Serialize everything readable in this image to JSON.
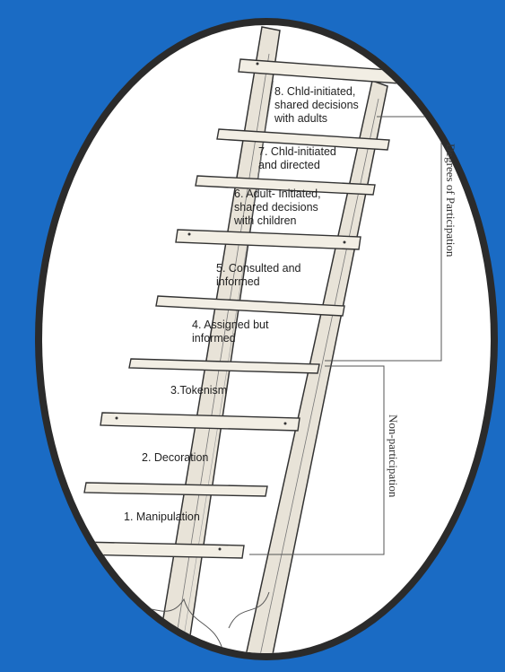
{
  "rungs": [
    {
      "number": 8,
      "label": "8. Chld-initiated,\nshared decisions\nwith adults"
    },
    {
      "number": 7,
      "label": "7. Chld-initiated\nand directed"
    },
    {
      "number": 6,
      "label": "6. Adult- Initiated,\nshared decisions\nwith children"
    },
    {
      "number": 5,
      "label": "5. Consulted and\ninformed"
    },
    {
      "number": 4,
      "label": "4. Assigned but\ninformed"
    },
    {
      "number": 3,
      "label": "3.Tokenism"
    },
    {
      "number": 2,
      "label": "2. Decoration"
    },
    {
      "number": 1,
      "label": "1. Manipulation"
    }
  ],
  "brackets": {
    "participation": "Degrees of Participation",
    "non_participation": "Non-participation"
  },
  "colors": {
    "background": "#1a6bc4",
    "frame": "#2b2b2b",
    "paper": "#ffffff",
    "ink": "#222222"
  }
}
